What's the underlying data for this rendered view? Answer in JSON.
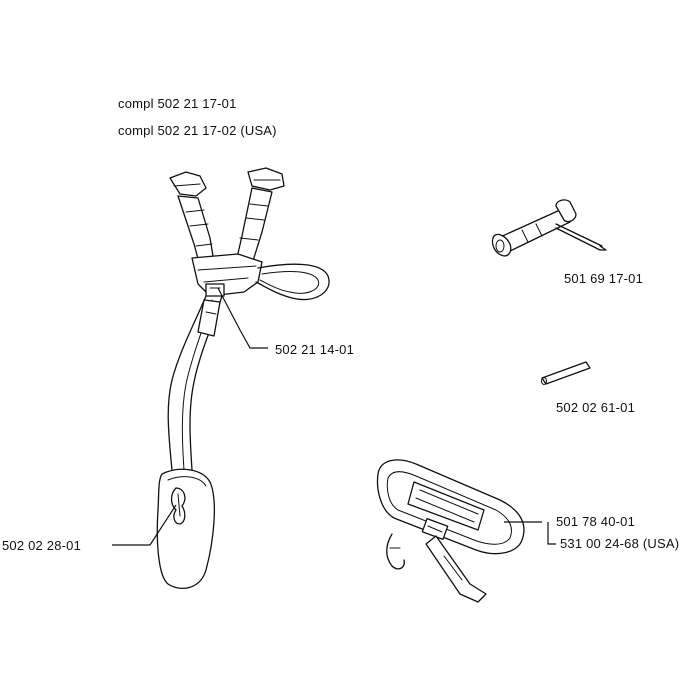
{
  "labels": {
    "harness_compl": "compl 502 21 17-01",
    "harness_compl_usa": "compl 502 21 17-02 (USA)",
    "buckle": "502 21 14-01",
    "hip_pad": "502 02 28-01",
    "wrench": "501 69  17-01",
    "pin": "502 02 61-01",
    "belt": "501 78 40-01",
    "belt_usa": "531 00 24-68 (USA)"
  },
  "icons": {
    "harness": "harness-icon",
    "combination-wrench": "combination-wrench-icon",
    "pin": "pin-icon",
    "belt": "belt-icon"
  }
}
